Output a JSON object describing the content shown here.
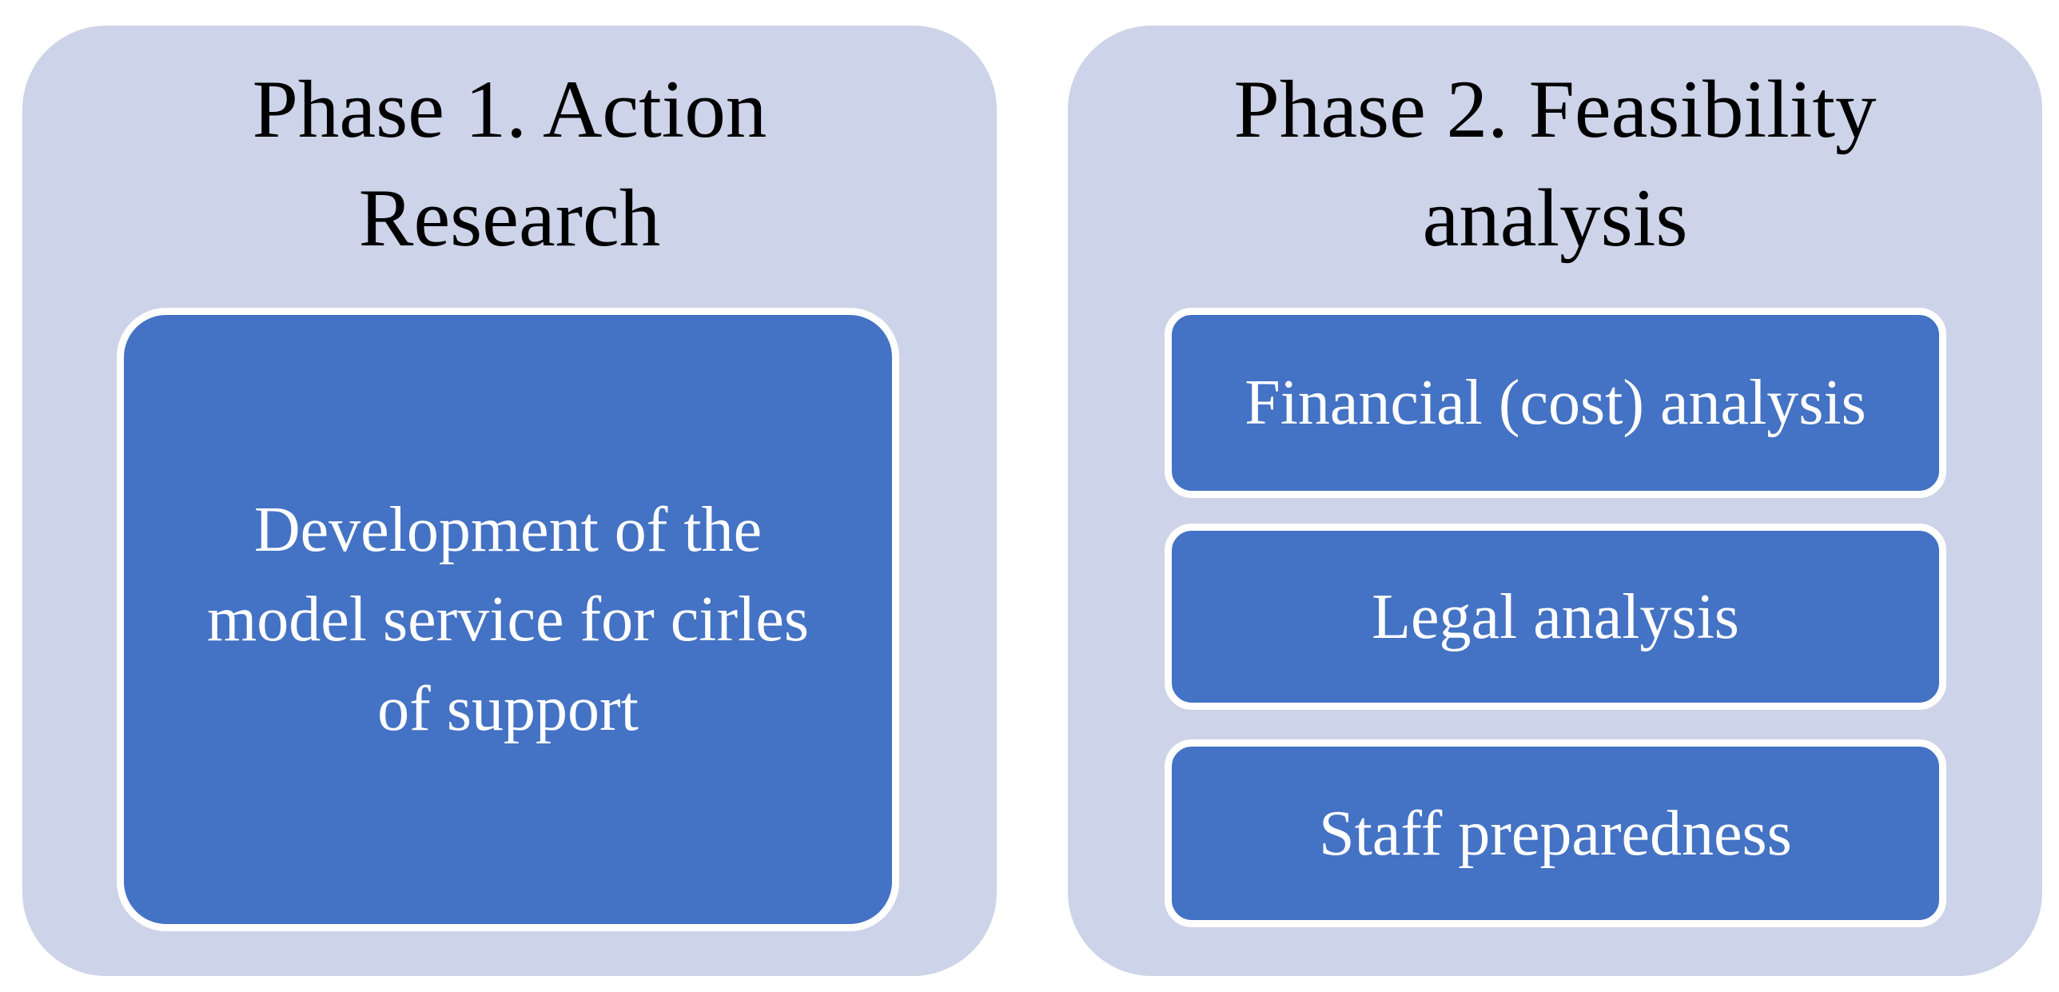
{
  "diagram": {
    "colors": {
      "page_background": "#ffffff",
      "panel_background": "#cdd3e8",
      "box_background": "#4472c4",
      "box_border": "#ffffff",
      "title_text": "#000000",
      "box_text": "#ffffff"
    },
    "phases": [
      {
        "title": "Phase 1. Action Research",
        "title_lines": [
          "Phase 1. Action",
          "Research"
        ],
        "boxes": [
          {
            "label": "Development of the model service for cirles of support",
            "lines": [
              "Development of the",
              "model service for cirles",
              "of support"
            ]
          }
        ]
      },
      {
        "title": "Phase 2. Feasibility analysis",
        "title_lines": [
          "Phase 2. Feasibility",
          "analysis"
        ],
        "boxes": [
          {
            "label": "Financial (cost) analysis"
          },
          {
            "label": "Legal analysis"
          },
          {
            "label": "Staff preparedness"
          }
        ]
      }
    ]
  }
}
